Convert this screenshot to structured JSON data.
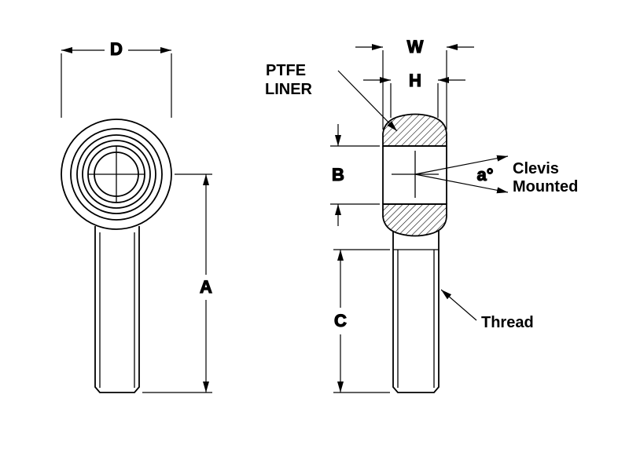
{
  "background": "#ffffff",
  "line_color": "#000000",
  "front_view": {
    "dim_d": "D",
    "dim_a": "A"
  },
  "side_view": {
    "dim_w": "W",
    "dim_h": "H",
    "dim_b": "B",
    "dim_c": "C",
    "angle_label": "a°",
    "ptfe_label_line1": "PTFE",
    "ptfe_label_line2": "LINER",
    "clevis_label_line1": "Clevis",
    "clevis_label_line2": "Mounted",
    "thread_label": "Thread"
  }
}
